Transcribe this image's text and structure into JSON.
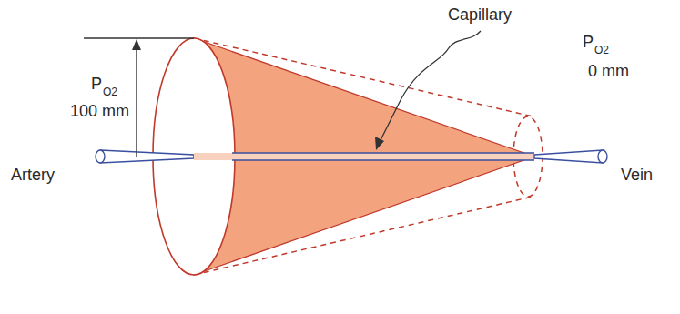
{
  "diagram": {
    "labels": [
      "Capillary",
      "P",
      "O2",
      "100 mm",
      "Artery",
      "Vein",
      "P",
      "O2",
      "0 mm"
    ]
  }
}
